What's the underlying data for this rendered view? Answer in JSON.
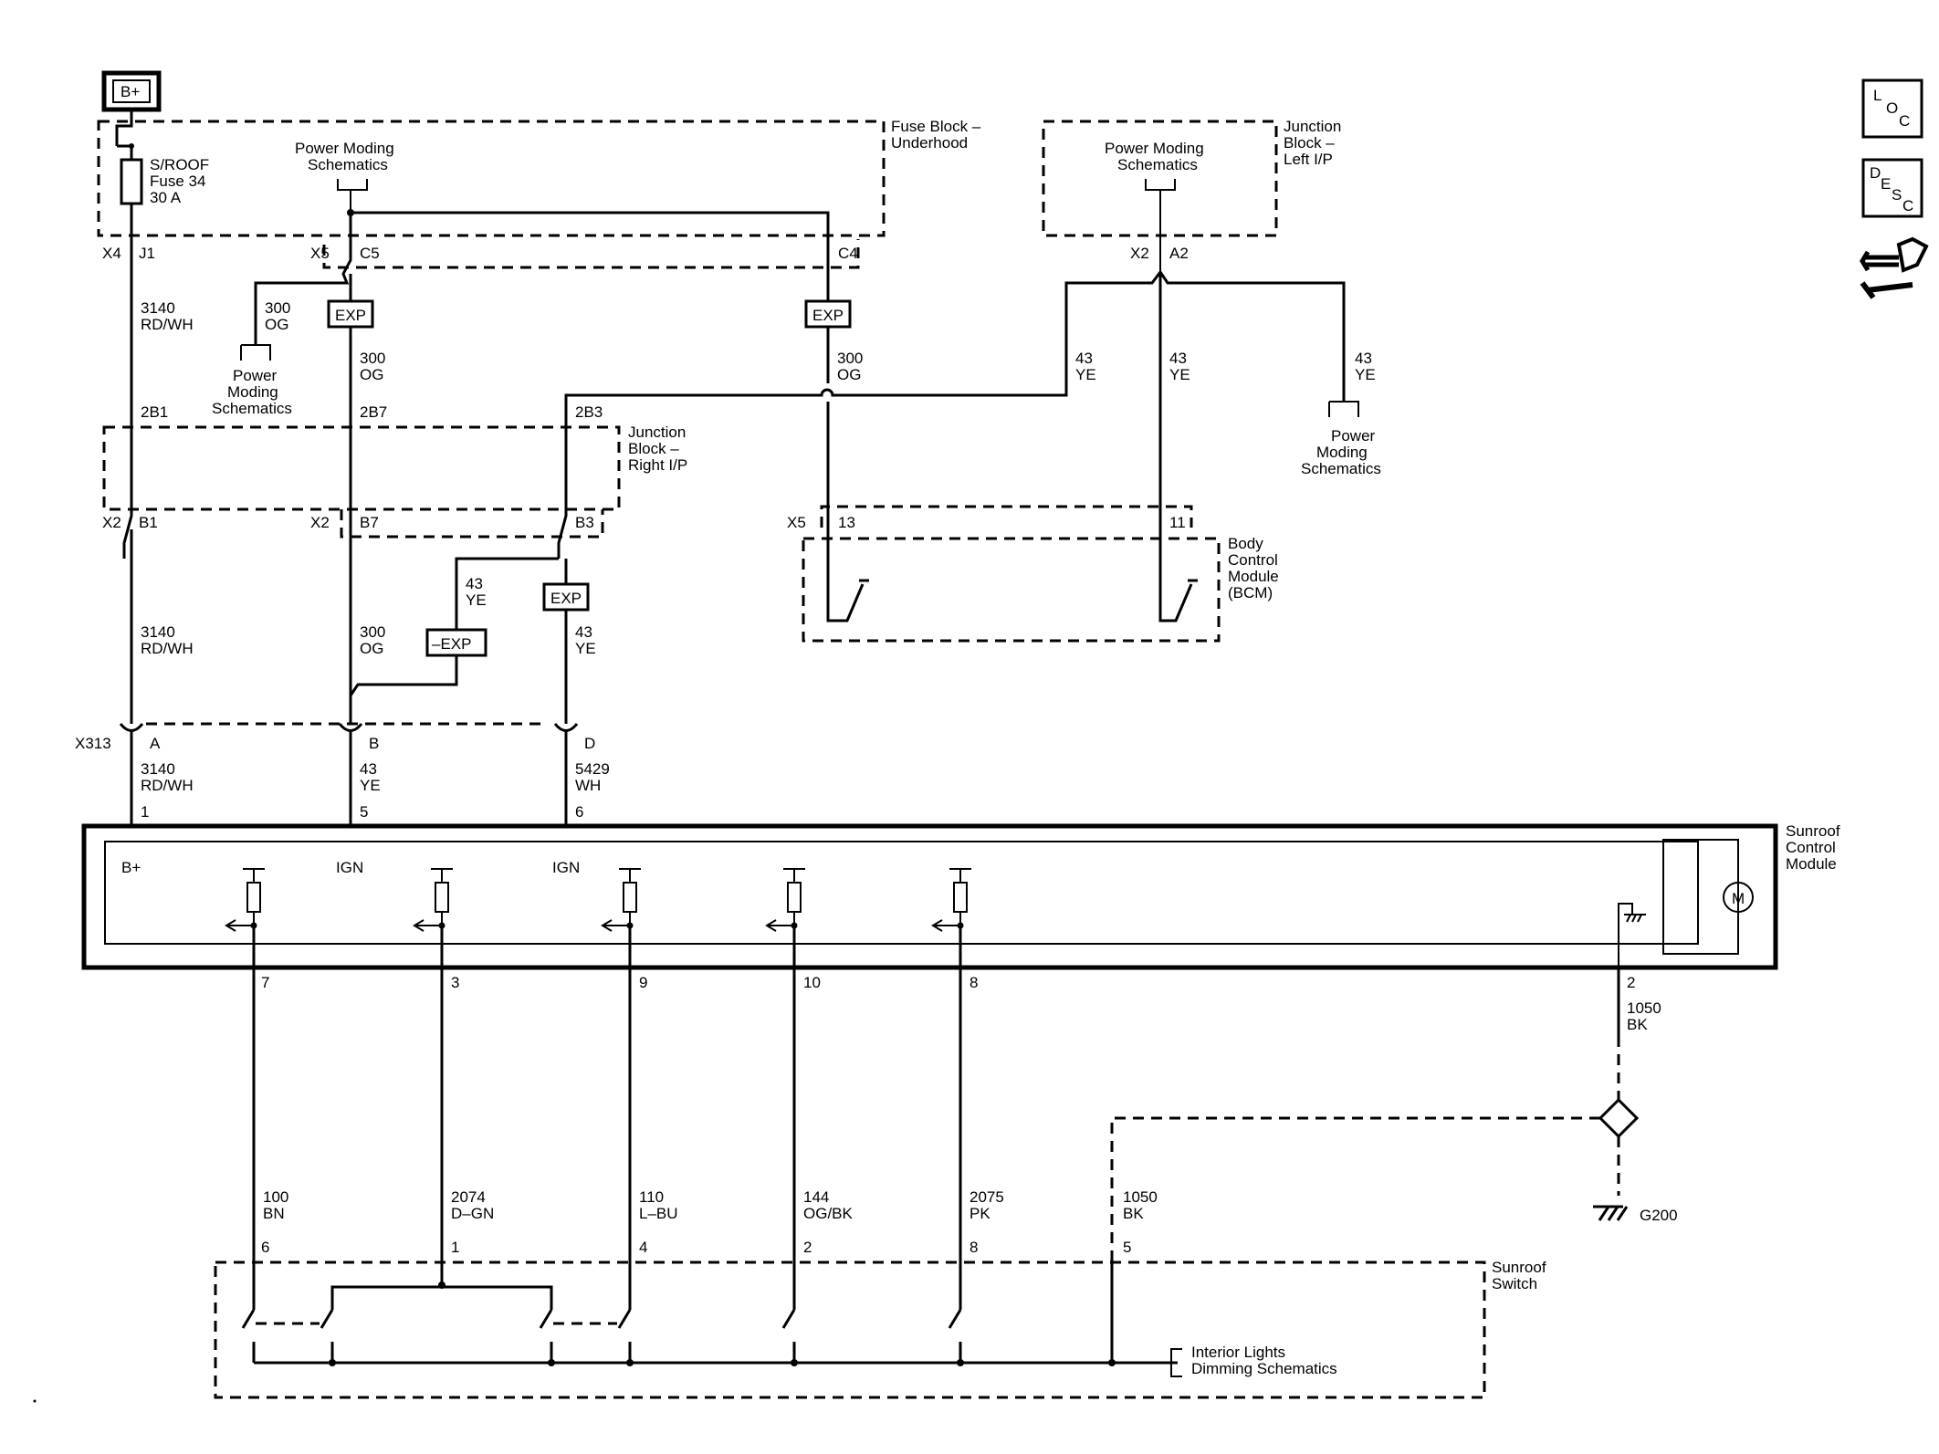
{
  "battery": "B+",
  "fuse": {
    "lines": [
      "S/ROOF",
      "Fuse 34",
      "30 A"
    ]
  },
  "modules": {
    "fuse_block": [
      "Fuse Block –",
      "Underhood"
    ],
    "jb_left": [
      "Junction",
      "Block –",
      "Left I/P"
    ],
    "jb_right": [
      "Junction",
      "Block –",
      "Right I/P"
    ],
    "bcm": [
      "Body",
      "Control",
      "Module",
      "(BCM)"
    ],
    "sunroof_module": [
      "Sunroof",
      "Control",
      "Module"
    ],
    "sunroof_switch": [
      "Sunroof",
      "Switch"
    ]
  },
  "refs": {
    "pwr_moding": [
      "Power Moding",
      "Schematics"
    ],
    "pwr_moding_3": [
      "Power",
      "Moding",
      "Schematics"
    ],
    "interior": [
      "Interior Lights",
      "Dimming Schematics"
    ]
  },
  "connectors": {
    "x4": "X4",
    "j1": "J1",
    "x5": "X5",
    "c5": "C5",
    "c4": "C4",
    "x2_top": "X2",
    "a2": "A2",
    "p2b1": "2B1",
    "p2b7": "2B7",
    "p2b3": "2B3",
    "x2_b1": "X2",
    "b1": "B1",
    "x2_b7": "X2",
    "b7": "B7",
    "b3": "B3",
    "x5_bcm": "X5",
    "p13": "13",
    "p11": "11",
    "x313": "X313",
    "a": "A",
    "b": "B",
    "d": "D"
  },
  "exp": [
    "EXP",
    "EXP",
    "EXP",
    "–EXP"
  ],
  "wires": {
    "w3140": [
      "3140",
      "RD/WH"
    ],
    "w300": [
      "300",
      "OG"
    ],
    "w43": [
      "43",
      "YE"
    ],
    "w5429": [
      "5429",
      "WH"
    ],
    "w100": [
      "100",
      "BN"
    ],
    "w2074": [
      "2074",
      "D–GN"
    ],
    "w110": [
      "110",
      "L–BU"
    ],
    "w144": [
      "144",
      "OG/BK"
    ],
    "w2075": [
      "2075",
      "PK"
    ],
    "w1050": [
      "1050",
      "BK"
    ]
  },
  "module_pins": {
    "top": [
      "1",
      "5",
      "6"
    ],
    "bottom": [
      "7",
      "3",
      "9",
      "10",
      "8",
      "2"
    ],
    "inputs": [
      "B+",
      "IGN",
      "IGN"
    ]
  },
  "switch_pins": [
    "6",
    "1",
    "4",
    "2",
    "8",
    "5"
  ],
  "motor": "M",
  "ground": "G200",
  "side_icons": {
    "loc": [
      "L",
      "O",
      "C"
    ],
    "desc": [
      "D",
      "E",
      "S",
      "C"
    ]
  }
}
